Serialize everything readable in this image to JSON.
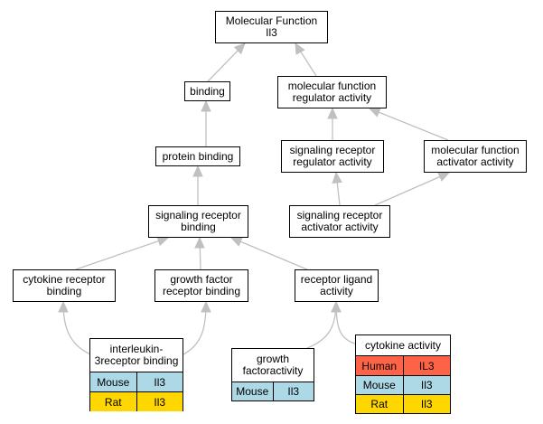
{
  "nodes": {
    "molecular_function": [
      "Molecular Function",
      "Il3"
    ],
    "binding": [
      "binding"
    ],
    "mf_regulator": [
      "molecular function",
      "regulator activity"
    ],
    "protein_binding": [
      "protein binding"
    ],
    "sr_regulator": [
      "signaling receptor",
      "regulator activity"
    ],
    "mf_activator": [
      "molecular function",
      "activator activity"
    ],
    "sr_binding": [
      "signaling receptor",
      "binding"
    ],
    "sr_activator": [
      "signaling receptor",
      "activator activity"
    ],
    "cytokine_receptor_binding": [
      "cytokine receptor",
      "binding"
    ],
    "gf_receptor_binding": [
      "growth factor",
      "receptor binding"
    ],
    "receptor_ligand": [
      "receptor ligand",
      "activity"
    ]
  },
  "tables": {
    "il3_receptor_binding": {
      "title": [
        "interleukin-3",
        "receptor binding"
      ],
      "rows": [
        {
          "species": "Mouse",
          "gene": "Il3",
          "color": "#add8e6"
        },
        {
          "species": "Rat",
          "gene": "Il3",
          "color": "#ffd700"
        }
      ]
    },
    "growth_factor_activity": {
      "title": [
        "growth factor",
        "activity"
      ],
      "rows": [
        {
          "species": "Mouse",
          "gene": "Il3",
          "color": "#add8e6"
        }
      ]
    },
    "cytokine_activity": {
      "title": [
        "cytokine activity"
      ],
      "rows": [
        {
          "species": "Human",
          "gene": "IL3",
          "color": "#ff6347"
        },
        {
          "species": "Mouse",
          "gene": "Il3",
          "color": "#add8e6"
        },
        {
          "species": "Rat",
          "gene": "Il3",
          "color": "#ffd700"
        }
      ]
    }
  },
  "colors": {
    "edge": "#c0c0c0",
    "border": "#000000"
  }
}
